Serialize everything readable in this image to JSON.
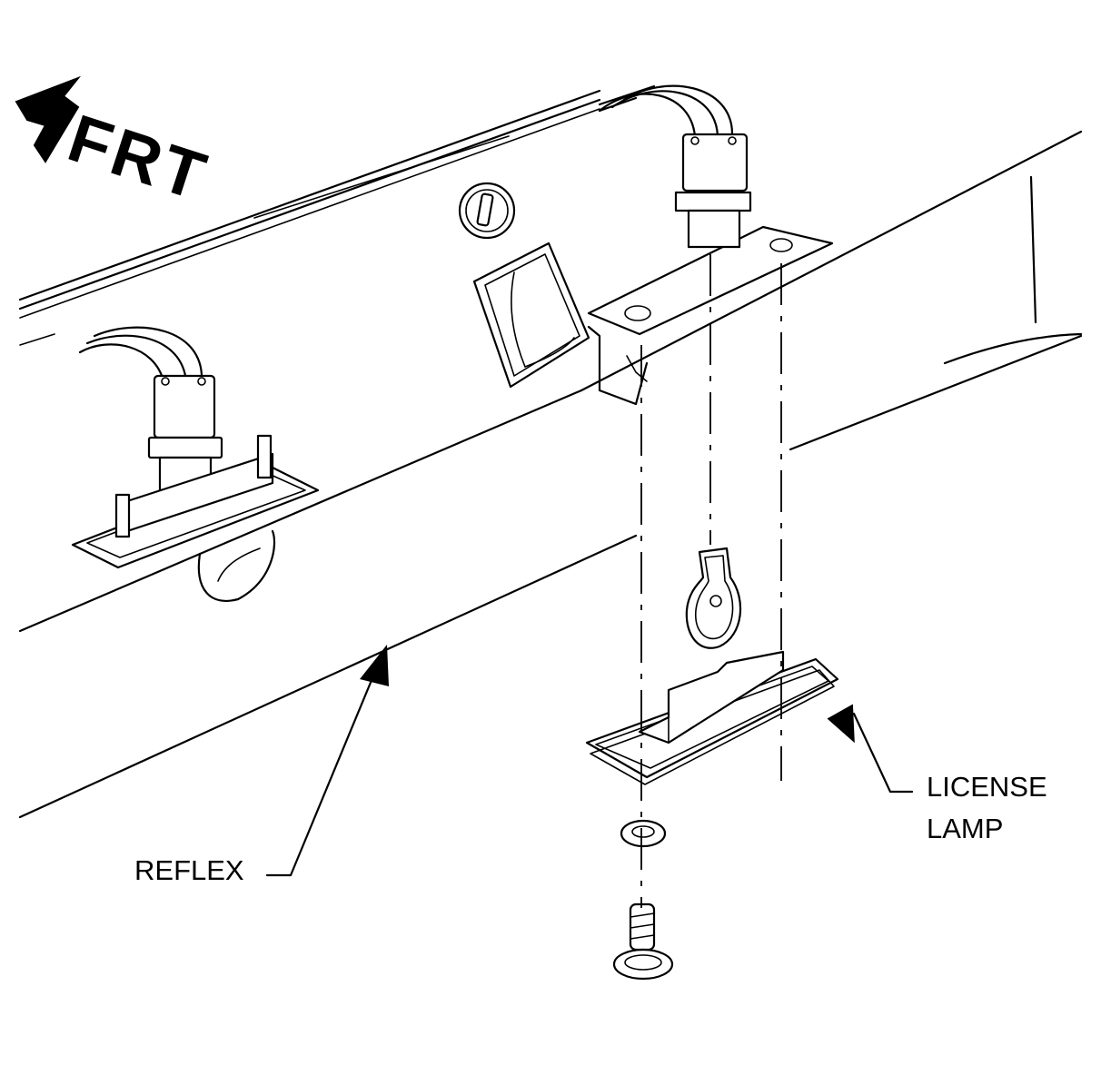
{
  "diagram": {
    "direction_label": "FRT",
    "callouts": {
      "reflex": "REFLEX",
      "license_line1": "LICENSE",
      "license_line2": "LAMP"
    },
    "colors": {
      "line": "#000000",
      "background": "#ffffff"
    },
    "icons": [
      "front-direction-arrow-icon",
      "lock-cylinder-icon",
      "emblem-badge-icon",
      "bulb-icon",
      "screw-icon",
      "grommet-icon"
    ]
  }
}
